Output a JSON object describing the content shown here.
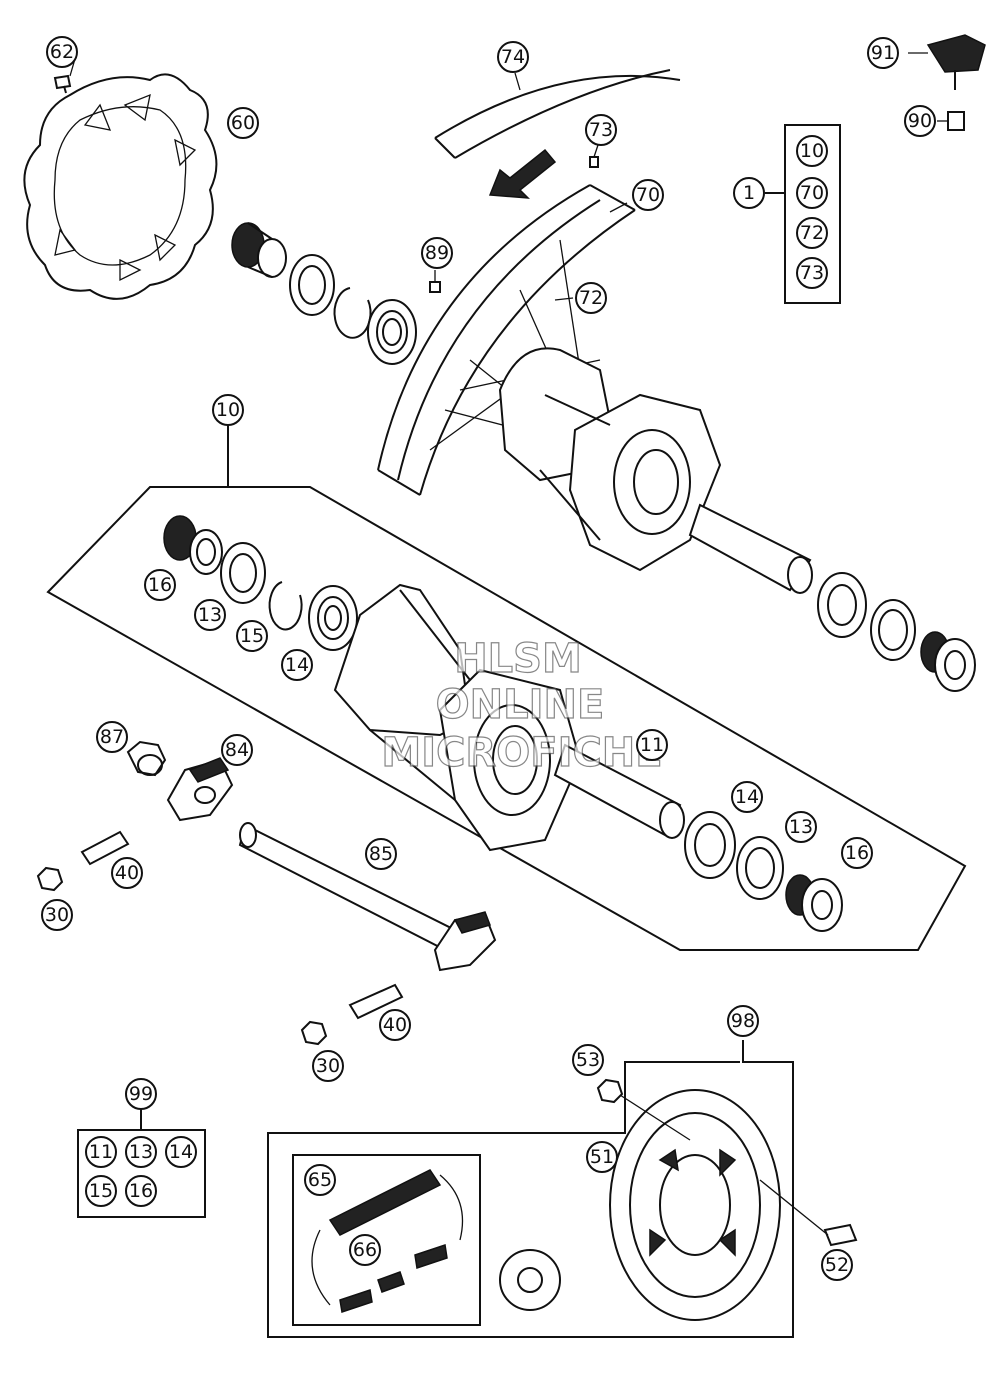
{
  "watermark": {
    "line1": "HLSM",
    "line2": "ONLINE",
    "line3": "MICROFICHE"
  },
  "callouts": {
    "c62": "62",
    "c60": "60",
    "c74": "74",
    "c73a": "73",
    "c70a": "70",
    "c89": "89",
    "c72a": "72",
    "c91": "91",
    "c90": "90",
    "c1": "1",
    "c1_10": "10",
    "c1_70": "70",
    "c1_72": "72",
    "c1_73": "73",
    "c10": "10",
    "c16a": "16",
    "c13a": "13",
    "c15": "15",
    "c14a": "14",
    "c11": "11",
    "c14b": "14",
    "c13b": "13",
    "c16b": "16",
    "c87": "87",
    "c84": "84",
    "c40a": "40",
    "c30a": "30",
    "c85": "85",
    "c40b": "40",
    "c30b": "30",
    "c98": "98",
    "c53": "53",
    "c51": "51",
    "c52": "52",
    "c65": "65",
    "c66": "66",
    "c99": "99",
    "c99_11": "11",
    "c99_13": "13",
    "c99_14": "14",
    "c99_15": "15",
    "c99_16": "16"
  }
}
